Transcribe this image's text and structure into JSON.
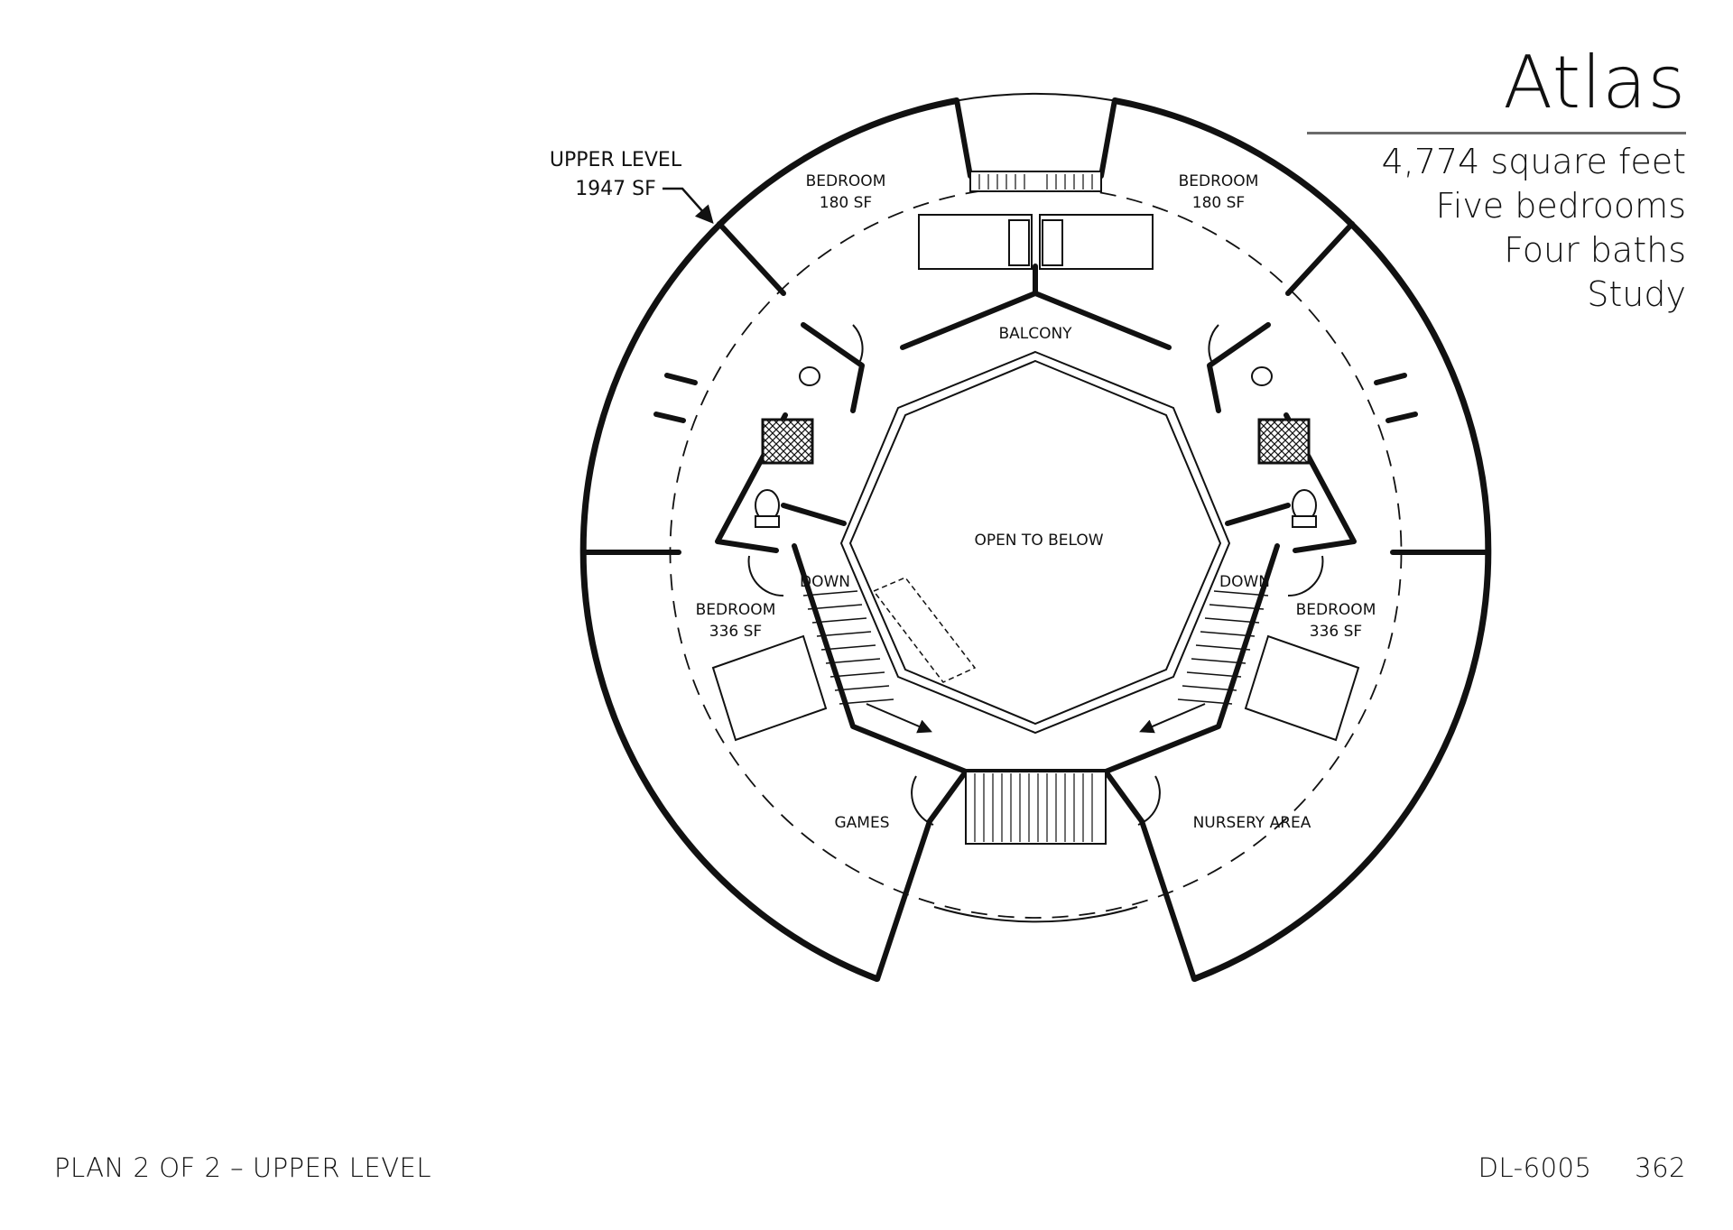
{
  "title": "Atlas",
  "features": [
    "4,774 square feet",
    "Five bedrooms",
    "Four baths",
    "Study"
  ],
  "level_callout": {
    "line1": "UPPER LEVEL",
    "line2": "1947 SF"
  },
  "rooms": {
    "bedroom_nw": {
      "name": "BEDROOM",
      "area": "180 SF"
    },
    "bedroom_ne": {
      "name": "BEDROOM",
      "area": "180 SF"
    },
    "bedroom_w": {
      "name": "BEDROOM",
      "area": "336 SF"
    },
    "bedroom_e": {
      "name": "BEDROOM",
      "area": "336 SF"
    },
    "balcony": "BALCONY",
    "open_to_below": "OPEN TO BELOW",
    "down_left": "DOWN",
    "down_right": "DOWN",
    "games": "GAMES",
    "nursery": "NURSERY AREA"
  },
  "footer": {
    "plan": "PLAN 2 OF 2 – UPPER LEVEL",
    "code": "DL-6005",
    "page": "362"
  }
}
